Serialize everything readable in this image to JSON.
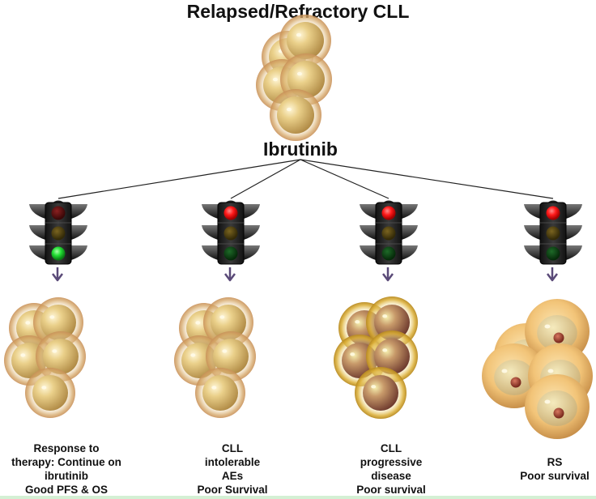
{
  "title": "Relapsed/Refractory CLL",
  "drug": "Ibrutinib",
  "outcomes": [
    {
      "id": "response",
      "signal": "green",
      "cell_type": "normal-CLL",
      "caption_lines": [
        "Response to",
        "therapy: Continue on",
        "ibrutinib",
        "Good PFS & OS"
      ]
    },
    {
      "id": "intolerance",
      "signal": "red",
      "cell_type": "normal-CLL",
      "caption_lines": [
        "CLL",
        "intolerable",
        "AEs",
        "Poor Survival"
      ]
    },
    {
      "id": "progression",
      "signal": "red",
      "cell_type": "progressive-CLL",
      "caption_lines": [
        "CLL",
        "progressive",
        "disease",
        "Poor survival"
      ]
    },
    {
      "id": "richter",
      "signal": "red",
      "cell_type": "richter-large-cell",
      "caption_lines": [
        "RS",
        "Poor survival"
      ]
    }
  ],
  "colors": {
    "cell_body": "#e6c278",
    "cell_halo": "#d9a860",
    "progressive_core": "#b5694a",
    "progressive_halo": "#d8b030",
    "rs_outer": "#f2c878",
    "rs_nucleus": "#a0402e",
    "light_red_on": "#ff1a1a",
    "light_green_on": "#22dd33",
    "arrow": "#5a4a78",
    "connector": "#222222",
    "footer_strip": "#d4f0d4"
  }
}
